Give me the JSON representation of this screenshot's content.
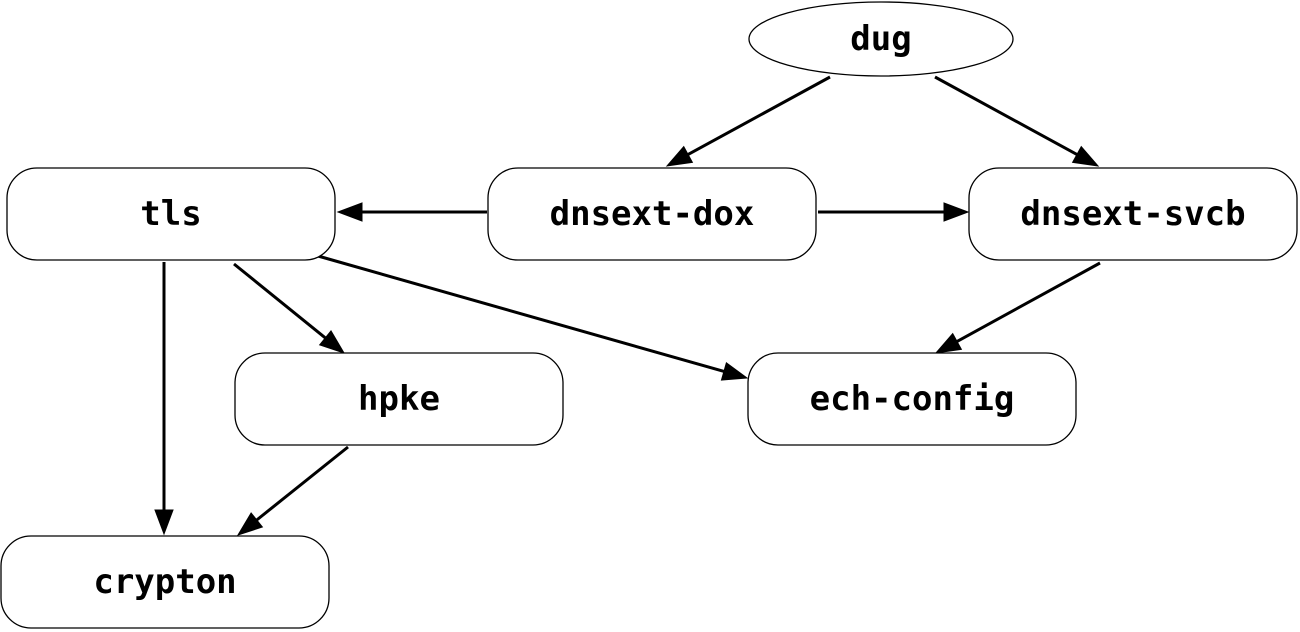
{
  "diagram": {
    "nodes": [
      {
        "id": "dug",
        "label": "dug",
        "shape": "ellipse"
      },
      {
        "id": "tls",
        "label": "tls",
        "shape": "rounded-rect"
      },
      {
        "id": "dnsext-dox",
        "label": "dnsext-dox",
        "shape": "rounded-rect"
      },
      {
        "id": "dnsext-svcb",
        "label": "dnsext-svcb",
        "shape": "rounded-rect"
      },
      {
        "id": "hpke",
        "label": "hpke",
        "shape": "rounded-rect"
      },
      {
        "id": "ech-config",
        "label": "ech-config",
        "shape": "rounded-rect"
      },
      {
        "id": "crypton",
        "label": "crypton",
        "shape": "rounded-rect"
      }
    ],
    "edges": [
      {
        "from": "dug",
        "to": "dnsext-dox"
      },
      {
        "from": "dug",
        "to": "dnsext-svcb"
      },
      {
        "from": "dnsext-dox",
        "to": "tls"
      },
      {
        "from": "dnsext-dox",
        "to": "dnsext-svcb"
      },
      {
        "from": "tls",
        "to": "crypton"
      },
      {
        "from": "tls",
        "to": "hpke"
      },
      {
        "from": "tls",
        "to": "ech-config"
      },
      {
        "from": "dnsext-svcb",
        "to": "ech-config"
      },
      {
        "from": "hpke",
        "to": "crypton"
      }
    ],
    "colors": {
      "stroke": "#000000",
      "fill": "#ffffff"
    }
  }
}
